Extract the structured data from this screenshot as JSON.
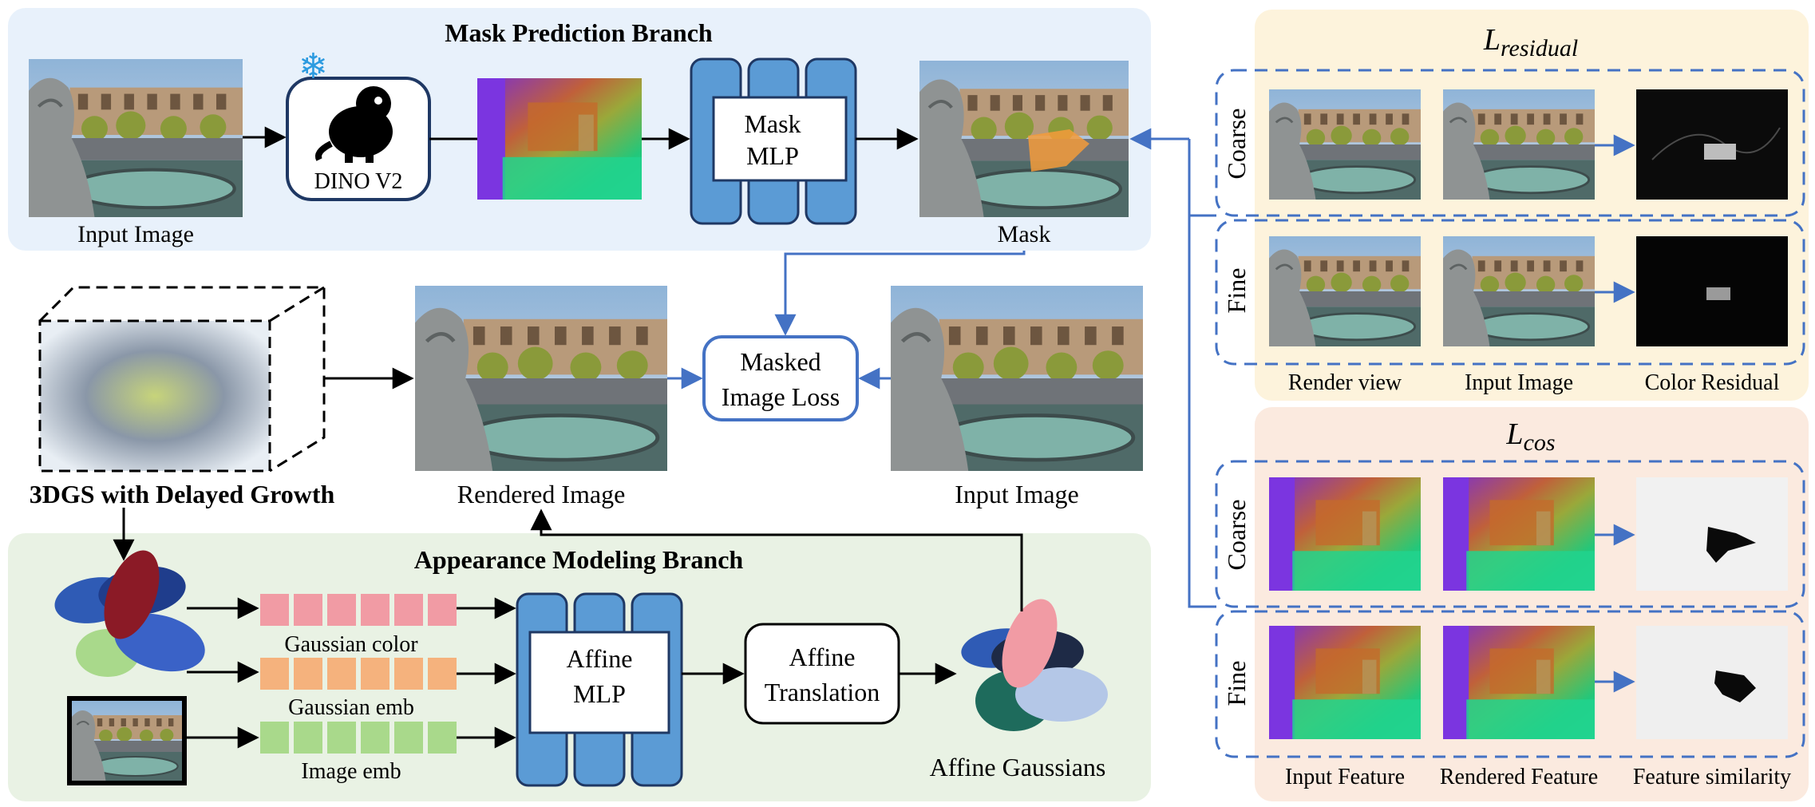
{
  "mask_branch": {
    "title": "Mask Prediction Branch",
    "input_label": "Input Image",
    "dino_label": "DINO V2",
    "mlp_label_1": "Mask",
    "mlp_label_2": "MLP",
    "mask_label": "Mask"
  },
  "middle": {
    "gs_label": "3DGS with Delayed Growth",
    "rendered_label": "Rendered Image",
    "loss_label_1": "Masked",
    "loss_label_2": "Image Loss",
    "input_label": "Input Image"
  },
  "appearance_branch": {
    "title": "Appearance Modeling Branch",
    "gaussian_color": "Gaussian color",
    "gaussian_emb": "Gaussian emb",
    "image_emb": "Image emb",
    "mlp_label_1": "Affine",
    "mlp_label_2": "MLP",
    "translation_1": "Affine",
    "translation_2": "Translation",
    "affine_gaussians": "Affine Gaussians"
  },
  "residual_panel": {
    "title_main": "L",
    "title_sub": "residual",
    "row_coarse": "Coarse",
    "row_fine": "Fine",
    "col_1": "Render view",
    "col_2": "Input Image",
    "col_3": "Color Residual"
  },
  "cos_panel": {
    "title_main": "L",
    "title_sub": "cos",
    "row_coarse": "Coarse",
    "row_fine": "Fine",
    "col_1": "Input Feature",
    "col_2": "Rendered Feature",
    "col_3": "Feature similarity"
  },
  "colors": {
    "mask_bg": "#e8f1fb",
    "appearance_bg": "#e9f2e4",
    "residual_bg": "#fdf3dc",
    "cos_bg": "#fbeadf",
    "mlp_blue": "#5b9bd5",
    "dashed_blue": "#4472c4",
    "arrow_blue": "#4472c4",
    "pink_emb": "#f19ba4",
    "orange_emb": "#f5b27d",
    "green_emb": "#a9d98b"
  }
}
